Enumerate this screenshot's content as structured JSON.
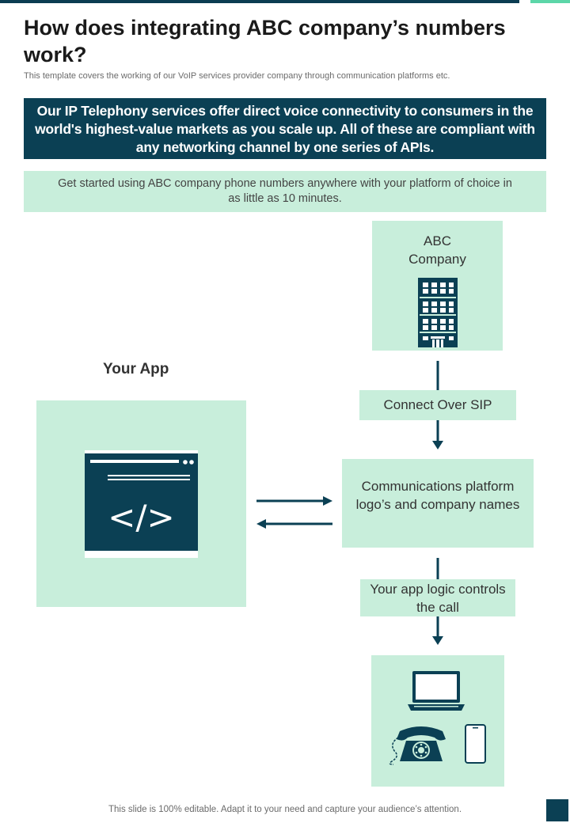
{
  "page": {
    "title": "How does integrating ABC company’s numbers work?",
    "subtitle": "This template covers the working of our VoIP services provider company through communication platforms etc."
  },
  "banner": {
    "text": "Our IP Telephony services offer direct voice connectivity to consumers in the world's highest-value markets as you scale up. All of these are compliant with any networking channel by one series of APIs."
  },
  "intro": {
    "text": "Get started using ABC company phone numbers anywhere with your platform of choice in as little as 10 minutes."
  },
  "diagram": {
    "abc_company": {
      "label_line1": "ABC",
      "label_line2": "Company",
      "icon": "office-building-icon"
    },
    "connect": {
      "label": "Connect Over SIP"
    },
    "platform": {
      "label": "Communications platform logo’s and company names"
    },
    "logic": {
      "label": "Your app logic controls the call"
    },
    "devices": {
      "icons": [
        "laptop-icon",
        "rotary-telephone-icon",
        "smartphone-icon"
      ]
    },
    "your_app": {
      "label": "Your App",
      "icon": "code-window-icon",
      "code_glyph": "</>"
    }
  },
  "footer": {
    "text": "This slide is 100% editable. Adapt it to your need and capture your audience’s attention."
  },
  "colors": {
    "dark": "#0b4054",
    "light_box": "#c8eedb",
    "accent": "#5cd6a8"
  }
}
